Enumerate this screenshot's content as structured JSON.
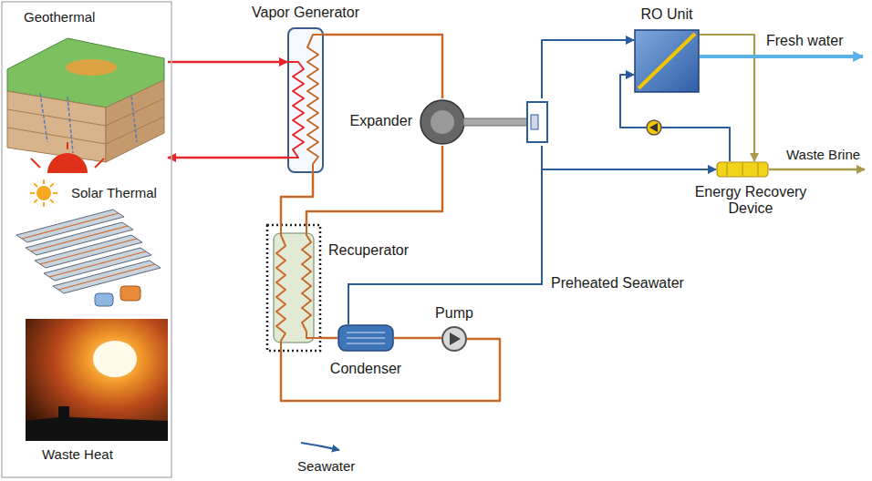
{
  "diagram": {
    "nodes": [
      {
        "text": [
          "Geothermal"
        ]
      },
      {
        "text": [
          "Solar Thermal"
        ]
      },
      {
        "text": [
          "Waste Heat"
        ]
      },
      {
        "text": [
          "Vapor Generator"
        ]
      },
      {
        "text": [
          "Expander"
        ]
      },
      {
        "text": [
          "Recuperator"
        ]
      },
      {
        "text": [
          "Condenser"
        ]
      },
      {
        "text": [
          "Pump"
        ]
      },
      {
        "text": [
          "RO Unit"
        ]
      },
      {
        "text": [
          "Energy Recovery Device"
        ]
      }
    ],
    "edges": [
      {
        "from": 0,
        "to": 3,
        "arrow": "to"
      },
      {
        "from": 3,
        "to": 0,
        "arrow": "to"
      },
      {
        "from": 3,
        "to": 4,
        "arrow": "none"
      },
      {
        "from": 4,
        "to": 5,
        "arrow": "none"
      },
      {
        "from": 5,
        "to": 6,
        "arrow": "none"
      },
      {
        "from": 6,
        "to": 7,
        "arrow": "none"
      },
      {
        "from": 7,
        "to": 5,
        "arrow": "none"
      },
      {
        "from": 5,
        "to": 3,
        "arrow": "none"
      },
      {
        "from": 6,
        "to": 4,
        "arrow": "none"
      },
      {
        "from": 6,
        "to": 9,
        "arrow": "to"
      },
      {
        "from": 4,
        "to": 8,
        "arrow": "to"
      },
      {
        "from": 9,
        "to": 8,
        "arrow": "to"
      },
      {
        "from": 8,
        "to": 9,
        "arrow": "to"
      }
    ],
    "labels": [
      "Fresh water",
      "Waste Brine",
      "Preheated Seawater",
      "Seawater"
    ]
  }
}
